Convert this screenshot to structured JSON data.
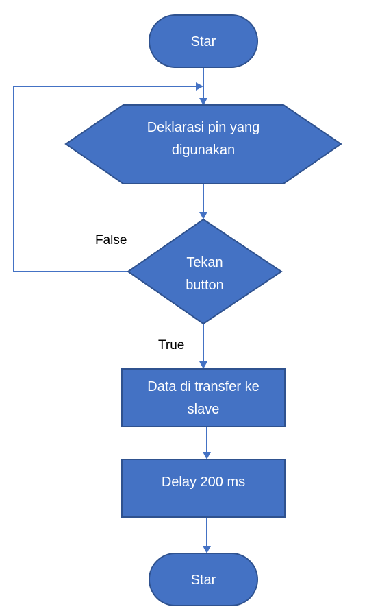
{
  "nodes": {
    "start": {
      "lines": [
        "Star"
      ]
    },
    "declare": {
      "lines": [
        "Deklarasi pin yang",
        "digunakan"
      ]
    },
    "decision": {
      "lines": [
        "Tekan",
        "button"
      ]
    },
    "transfer": {
      "lines": [
        "Data di transfer ke",
        "slave"
      ]
    },
    "delay": {
      "lines": [
        "Delay 200 ms"
      ]
    },
    "end": {
      "lines": [
        "Star"
      ]
    }
  },
  "edges": {
    "false_label": "False",
    "true_label": "True"
  },
  "colors": {
    "shape_fill": "#4472c4",
    "shape_border": "#2f528f",
    "connector": "#4472c4",
    "node_text": "#ffffff",
    "edge_label_text": "#000000"
  }
}
